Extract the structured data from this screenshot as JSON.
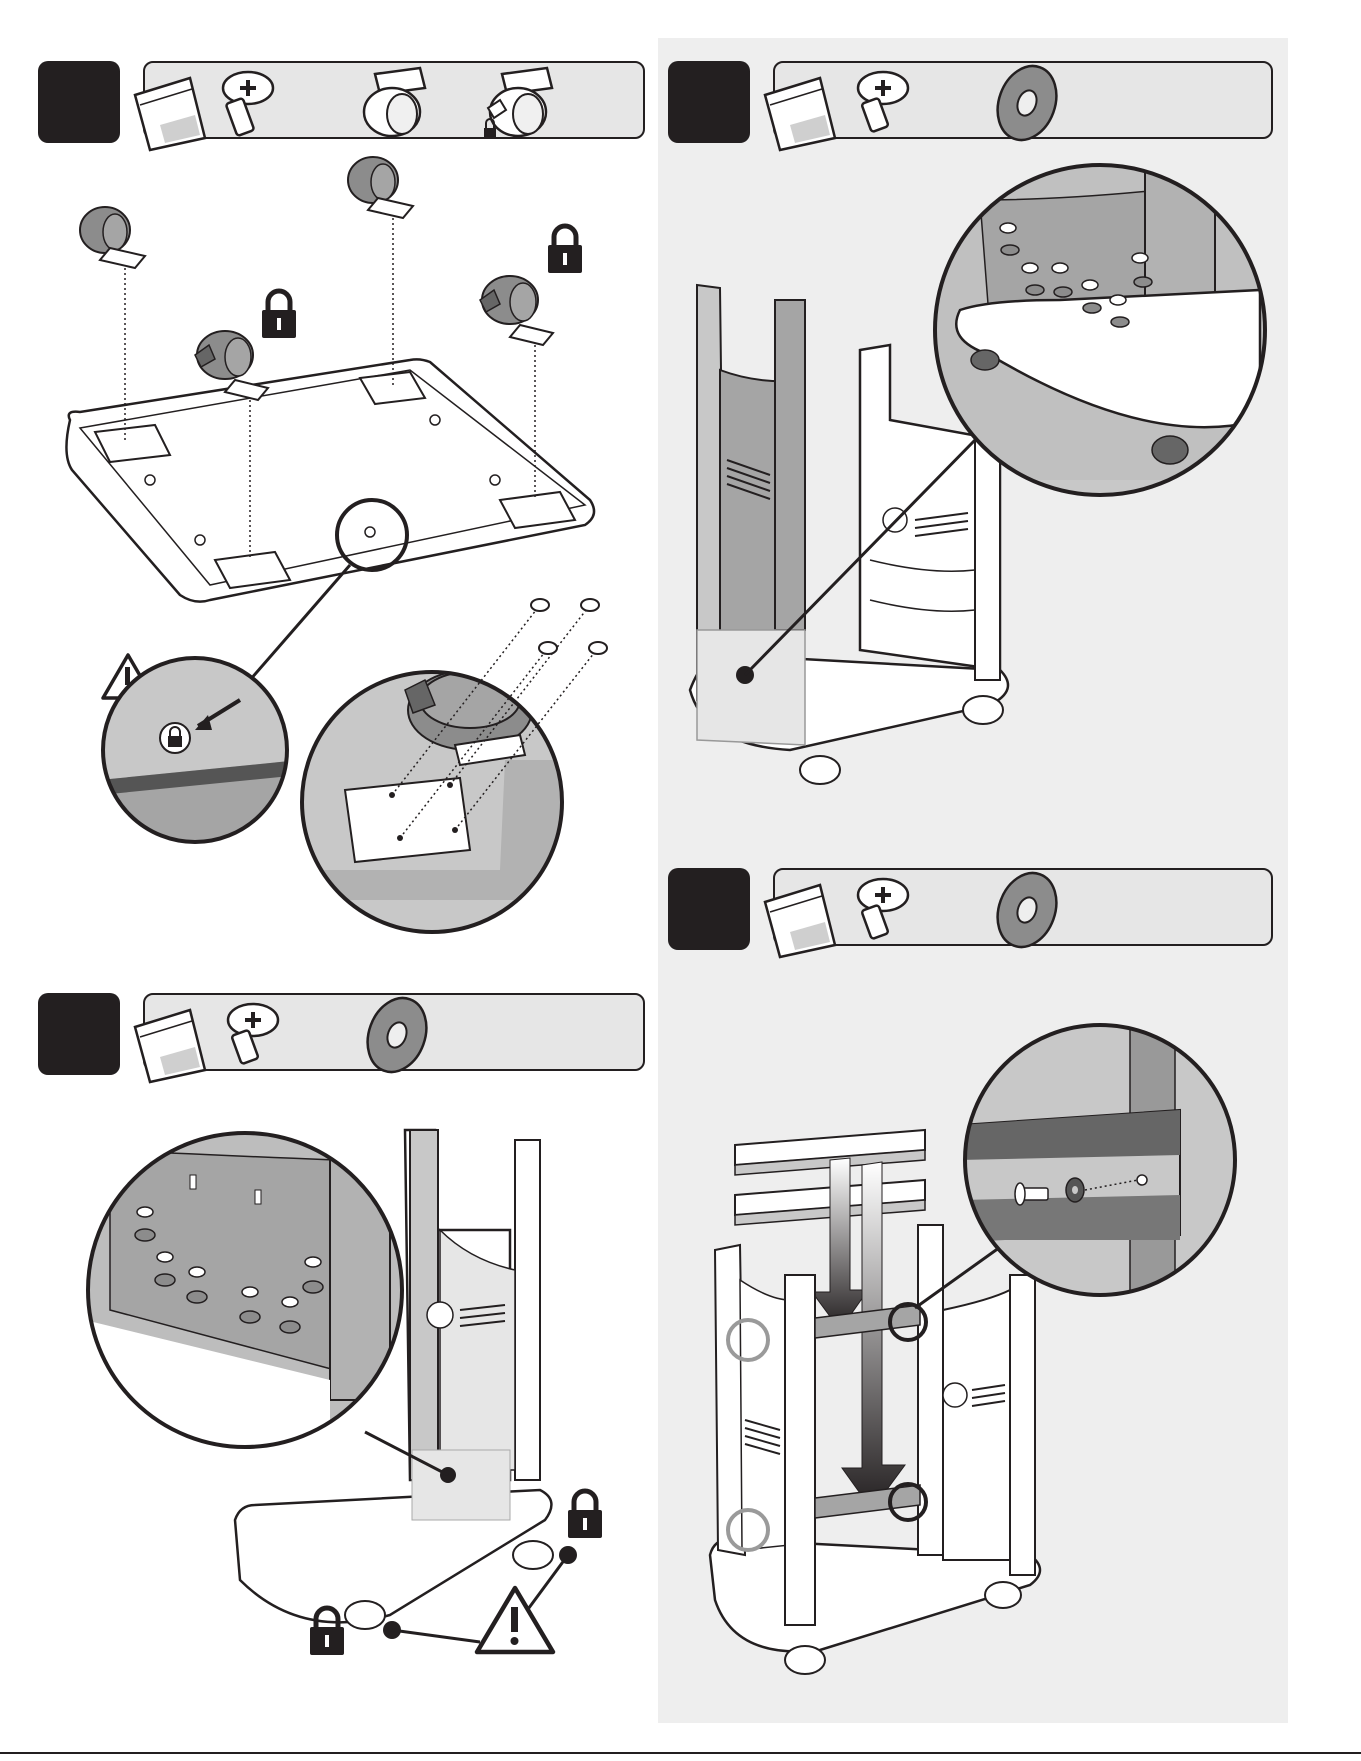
{
  "steps": [
    {
      "id": "step-1",
      "number": "",
      "parts": [
        "bag-icon",
        "screw-icon",
        "caster-icon",
        "locking-caster-icon"
      ]
    },
    {
      "id": "step-2",
      "number": "",
      "parts": [
        "bag-icon",
        "screw-icon",
        "washer-icon"
      ]
    },
    {
      "id": "step-3",
      "number": "",
      "parts": [
        "bag-icon",
        "screw-icon",
        "washer-icon"
      ]
    },
    {
      "id": "step-4",
      "number": "",
      "parts": [
        "bag-icon",
        "screw-icon",
        "washer-icon"
      ]
    }
  ],
  "colors": {
    "ink": "#231f20",
    "badge": "#231f20",
    "bar": "#e6e6e6",
    "panel": "#eeeeee",
    "part_gray": "#8c8c8c",
    "light_gray": "#d9d9d9",
    "highlight_circle": "#9a9a9a"
  },
  "icons": [
    "lock-icon",
    "warning-triangle-icon",
    "bag-icon",
    "screw-icon",
    "washer-icon",
    "caster-icon",
    "locking-caster-icon"
  ],
  "footer": {
    "page": ""
  }
}
